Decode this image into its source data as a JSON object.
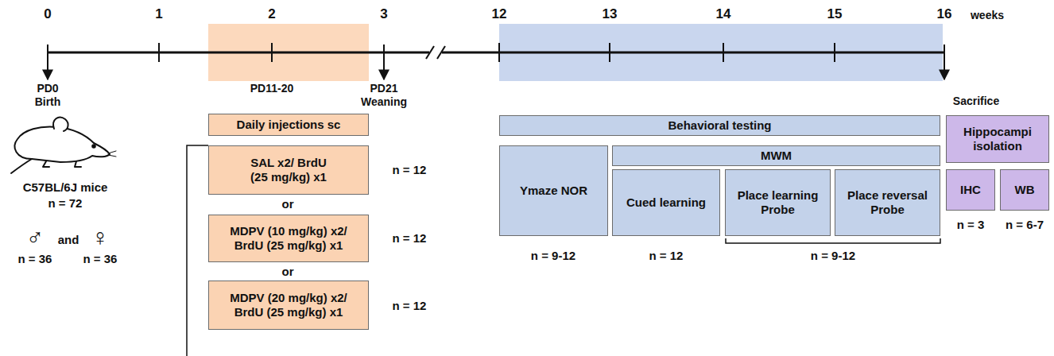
{
  "diagram": {
    "nodes": [
      {
        "text": [
          "Daily injections sc"
        ]
      },
      {
        "text": [
          "SAL x2/ BrdU (25 mg/kg) x1"
        ]
      },
      {
        "text": [
          "MDPV (10 mg/kg) x2/ BrdU (25 mg/kg) x1"
        ]
      },
      {
        "text": [
          "MDPV (20 mg/kg) x2/ BrdU (25 mg/kg) x1"
        ]
      },
      {
        "text": [
          "Behavioral testing"
        ]
      },
      {
        "text": [
          "Ymaze NOR"
        ]
      },
      {
        "text": [
          "MWM"
        ]
      },
      {
        "text": [
          "Cued learning"
        ]
      },
      {
        "text": [
          "Place learning Probe"
        ]
      },
      {
        "text": [
          "Place reversal Probe"
        ]
      },
      {
        "text": [
          "Hippocampi isolation"
        ]
      },
      {
        "text": [
          "IHC"
        ]
      },
      {
        "text": [
          "WB"
        ]
      }
    ],
    "labels": [
      "0",
      "1",
      "2",
      "3",
      "12",
      "13",
      "14",
      "15",
      "16",
      "weeks",
      "PD0",
      "Birth",
      "PD11-20",
      "PD21",
      "Weaning",
      "Sacrifice",
      "C57BL/6J mice",
      "n = 72",
      "♂",
      "and",
      "♀",
      "n = 36",
      "n = 36",
      "n = 12",
      "or",
      "n = 12",
      "or",
      "n = 12",
      "n = 9-12",
      "n = 12",
      "n = 9-12",
      "n = 3",
      "n = 6-7"
    ]
  }
}
